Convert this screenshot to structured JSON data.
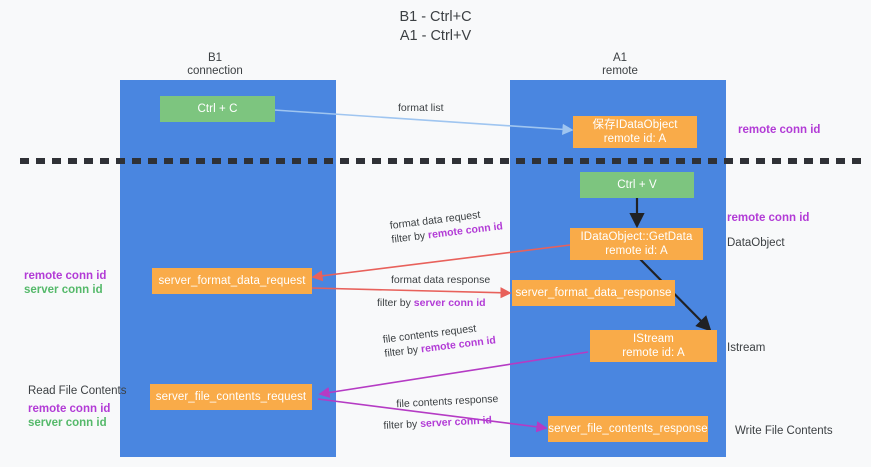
{
  "title": {
    "line1": "B1 - Ctrl+C",
    "line2": "A1 - Ctrl+V"
  },
  "lanes": [
    {
      "name": "b1",
      "header_line1": "B1",
      "header_line2": "connection",
      "color": "#4a86e0"
    },
    {
      "name": "a1",
      "header_line1": "A1",
      "header_line2": "remote",
      "color": "#4a86e0"
    }
  ],
  "nodes": {
    "ctrl_c": {
      "label": "Ctrl + C",
      "color": "#7dc57f"
    },
    "ctrl_v": {
      "label": "Ctrl + V",
      "color": "#7dc57f"
    },
    "save_dataobject": {
      "line1": "保存IDataObject",
      "line2": "remote id: A",
      "color": "#f9ab49"
    },
    "getdata": {
      "line1": "IDataObject::GetData",
      "line2": "remote id: A",
      "color": "#f9ab49"
    },
    "istream": {
      "line1": "IStream",
      "line2": "remote id: A",
      "color": "#f9ab49"
    },
    "server_format_data_request": {
      "label": "server_format_data_request",
      "color": "#f9ab49"
    },
    "server_format_data_response": {
      "label": "server_format_data_response",
      "color": "#f9ab49"
    },
    "server_file_contents_request": {
      "label": "server_file_contents_request",
      "color": "#f9ab49"
    },
    "server_file_contents_response": {
      "label": "server_file_contents_response",
      "color": "#f9ab49"
    }
  },
  "edges": {
    "format_list": {
      "label": "format list",
      "color": "#9fc5f0"
    },
    "format_data_request": {
      "l1": "format data request",
      "l2_prefix": "filter by ",
      "l2_key": "remote conn id",
      "color": "#e8615b"
    },
    "format_data_response": {
      "l1": "format data response",
      "l2_prefix": "filter by ",
      "l2_key": "server conn id",
      "color": "#e8615b"
    },
    "file_contents_request": {
      "l1": "file contents request",
      "l2_prefix": "filter by ",
      "l2_key": "remote conn id",
      "color": "#b53bc4"
    },
    "file_contents_response": {
      "l1": "file contents response",
      "l2_prefix": "filter by ",
      "l2_key": "server conn id",
      "color": "#b53bc4"
    }
  },
  "annotations": {
    "right_conn_id_top": "remote conn id",
    "right_conn_id_mid": "remote conn id",
    "right_dataobject": "DataObject",
    "right_istream": "Istream",
    "right_write_file": "Write File Contents",
    "left_remote_conn_id": "remote conn id",
    "left_server_conn_id": "server conn id",
    "left_read_file": "Read File Contents",
    "left_remote_conn_id2": "remote conn id",
    "left_server_conn_id2": "server conn id"
  },
  "colors": {
    "lane": "#4a86e0",
    "orange": "#f9ab49",
    "green": "#7dc57f",
    "purple": "#b23bd6",
    "green_text": "#55b96a",
    "divider": "#3c4043",
    "background": "#f8f9fa"
  }
}
